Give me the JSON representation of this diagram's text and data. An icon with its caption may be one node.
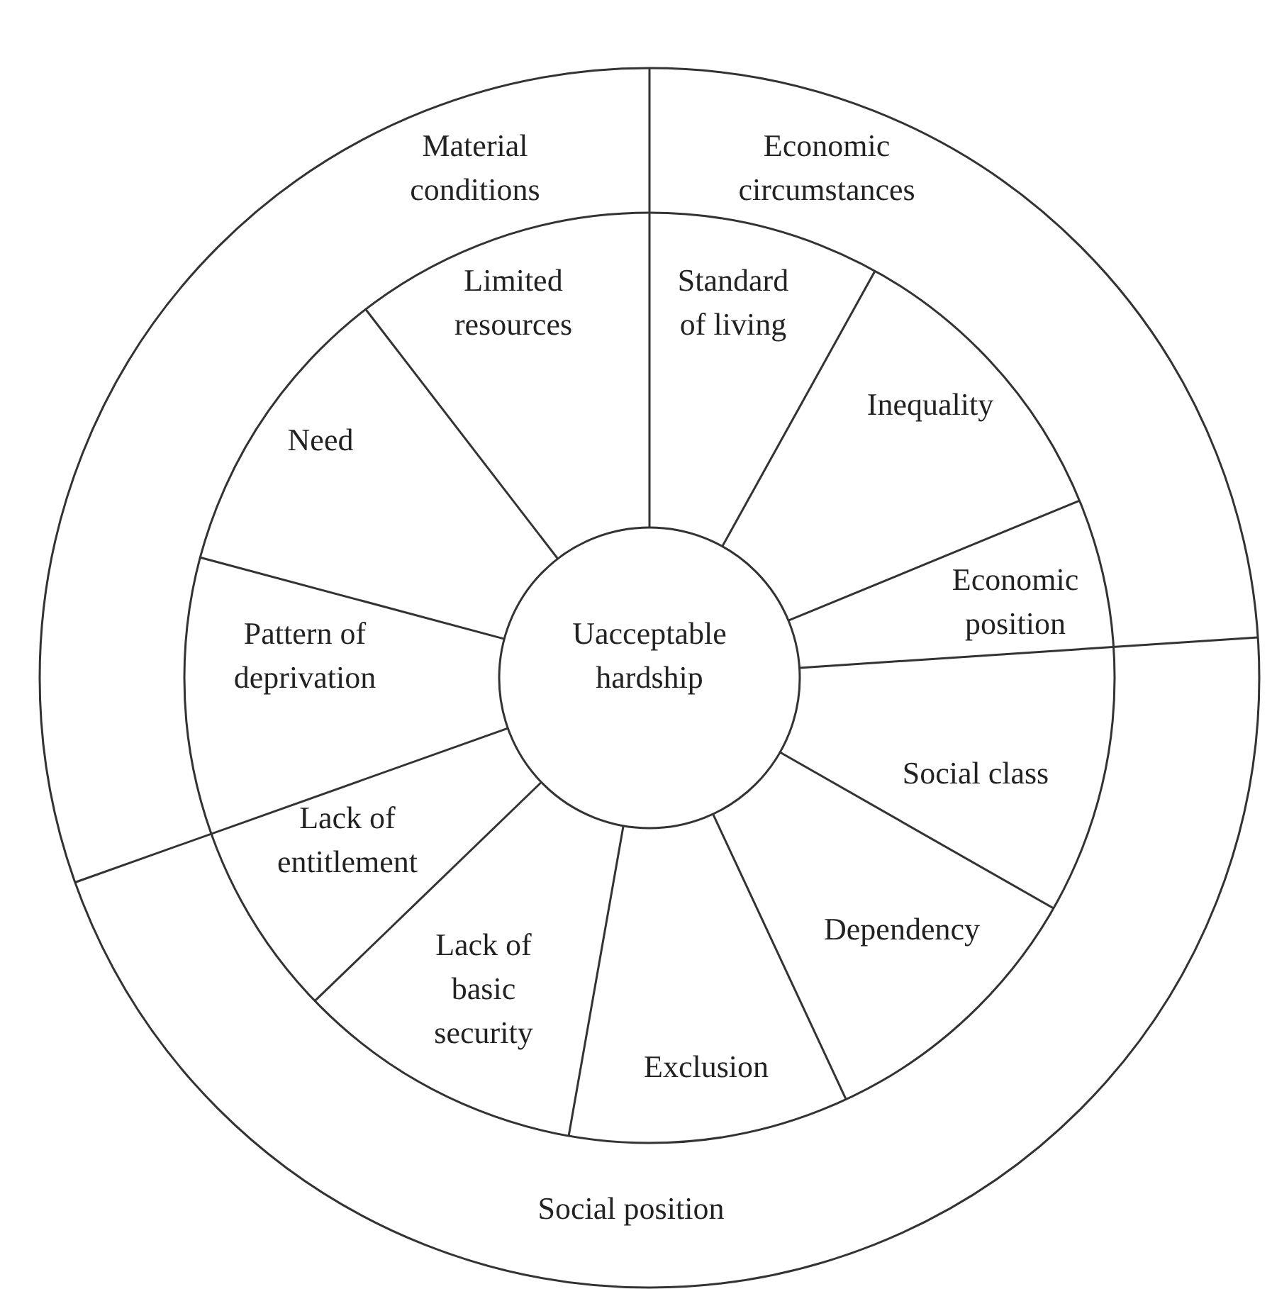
{
  "diagram": {
    "nodes": [
      {
        "text": [
          "Material conditions"
        ]
      },
      {
        "text": [
          "Economic circumstances"
        ]
      },
      {
        "text": [
          "Social position"
        ]
      },
      {
        "text": [
          "Limited resources"
        ]
      },
      {
        "text": [
          "Standard of living"
        ]
      },
      {
        "text": [
          "Inequality"
        ]
      },
      {
        "text": [
          "Economic position"
        ]
      },
      {
        "text": [
          "Social class"
        ]
      },
      {
        "text": [
          "Dependency"
        ]
      },
      {
        "text": [
          "Exclusion"
        ]
      },
      {
        "text": [
          "Lack of basic security"
        ]
      },
      {
        "text": [
          "Lack of entitlement"
        ]
      },
      {
        "text": [
          "Pattern of deprivation"
        ]
      },
      {
        "text": [
          "Need"
        ]
      },
      {
        "text": [
          "Uacceptable hardship"
        ]
      }
    ]
  }
}
